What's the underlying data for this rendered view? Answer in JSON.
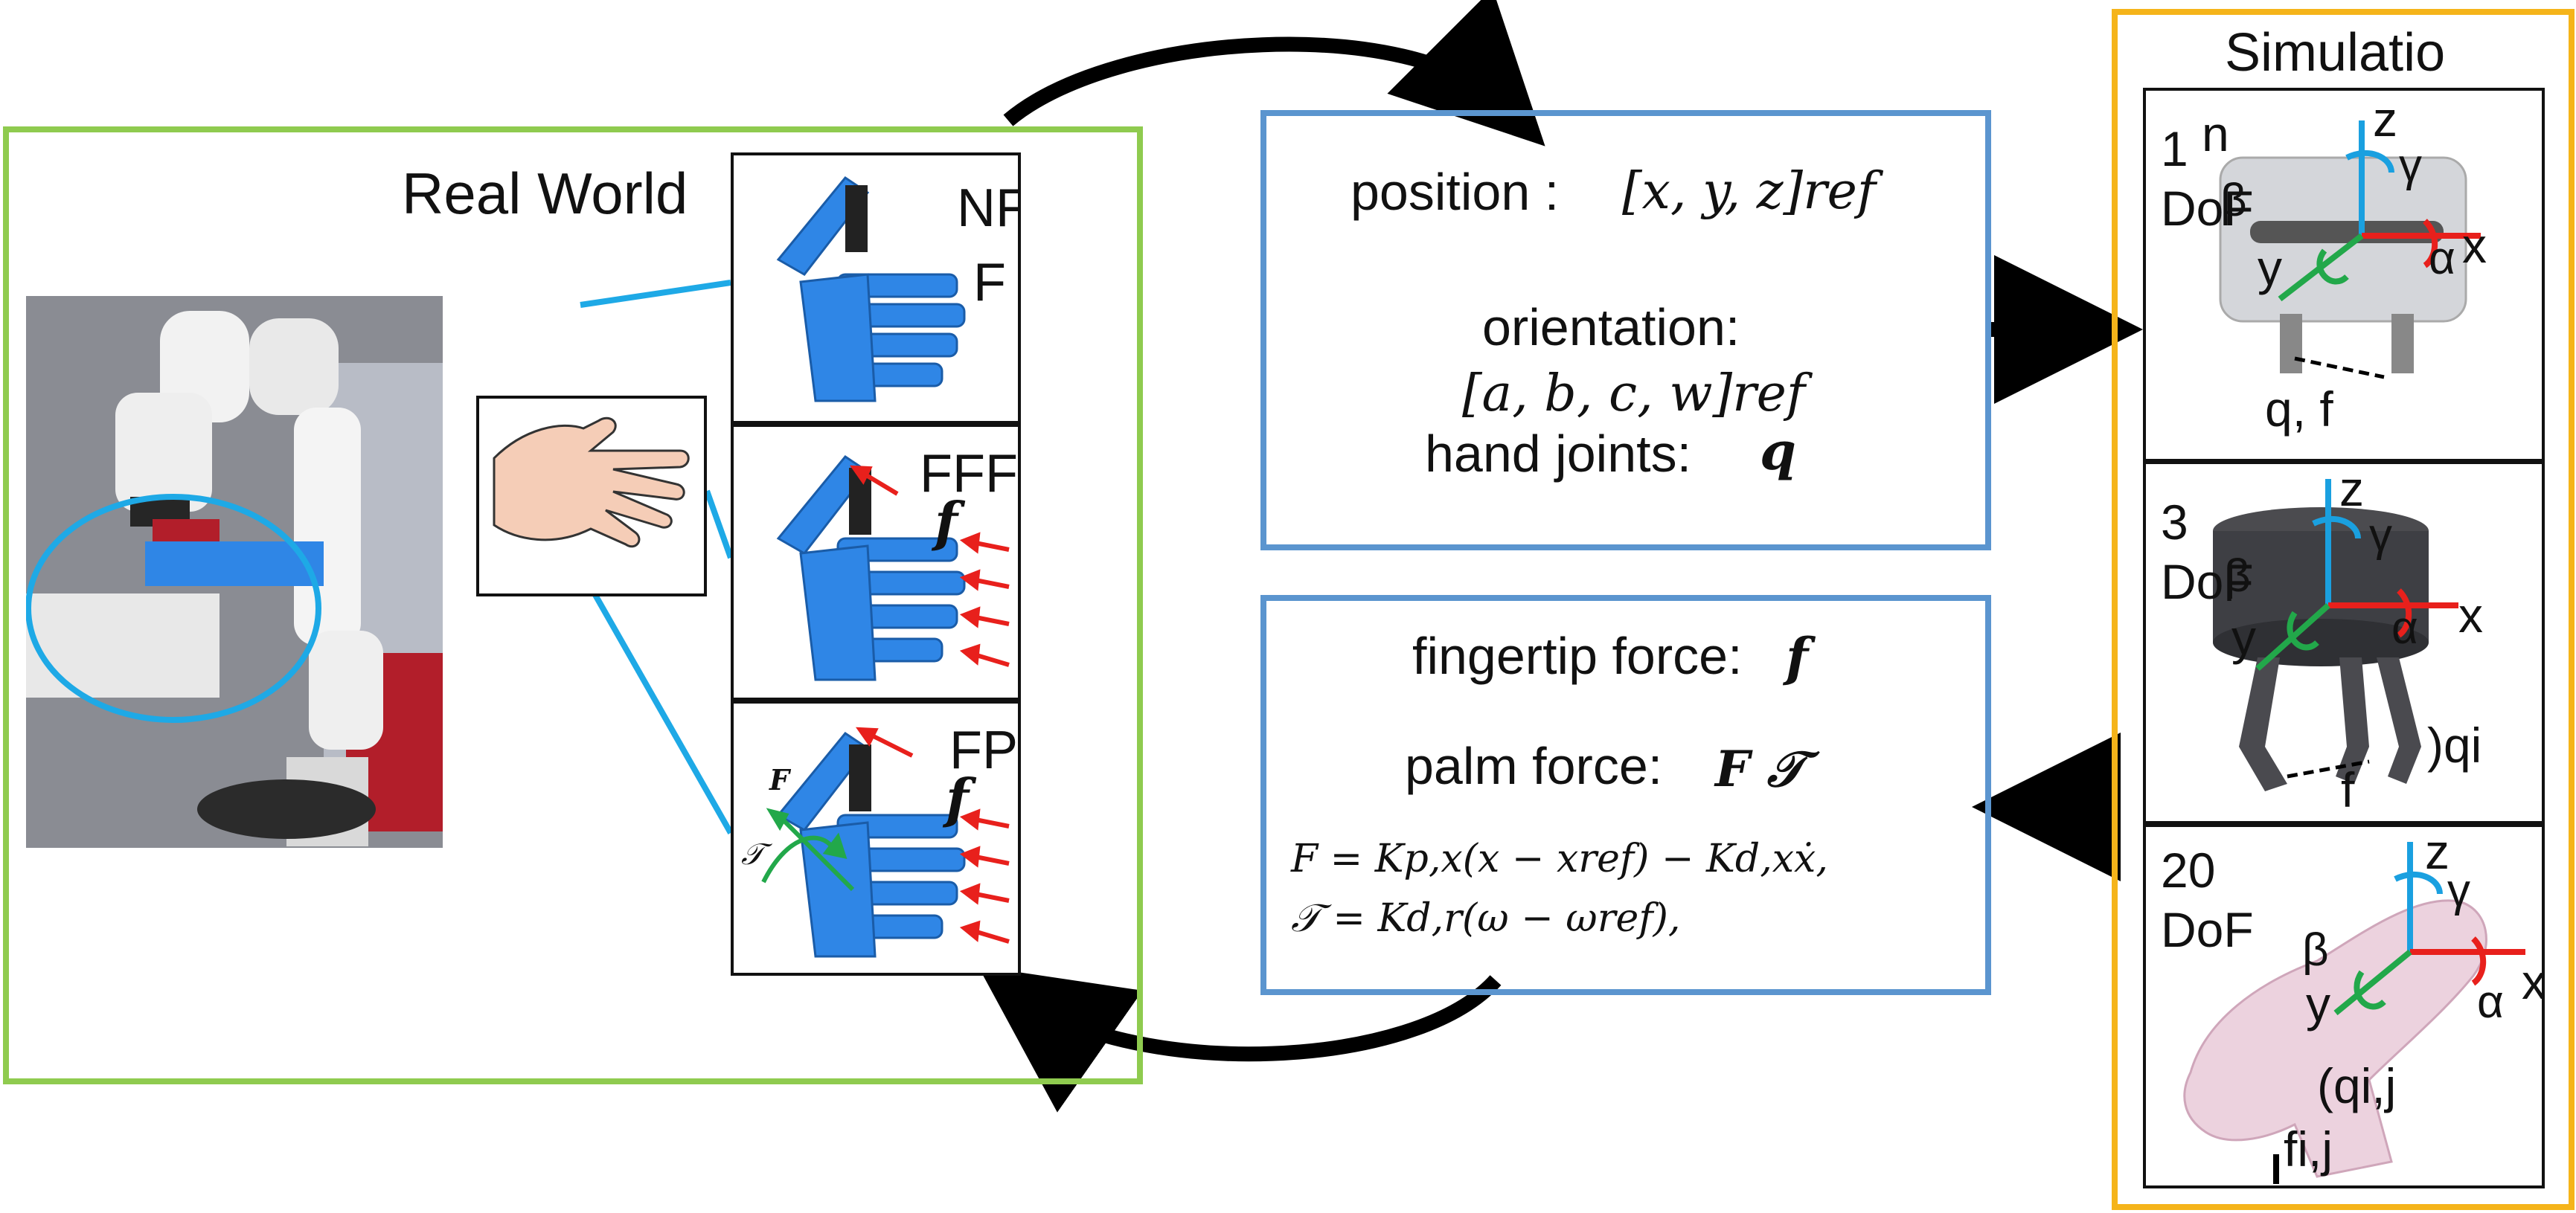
{
  "real_world": {
    "title": "Real World",
    "panels": [
      {
        "label": "NF",
        "label2": "F"
      },
      {
        "label": "FFF",
        "force_symbol": "f"
      },
      {
        "label": "FPF",
        "force_symbol": "f",
        "F_symbol": "F",
        "tau_symbol": "𝒯"
      }
    ]
  },
  "command_box": {
    "position_label": "position :",
    "position_value": "[x, y, z]ref",
    "orientation_label": "orientation:",
    "orientation_value": "[a, b, c, w]ref",
    "joints_label": "hand joints:",
    "joints_symbol": "q"
  },
  "feedback_box": {
    "fingertip_label": "fingertip force:",
    "fingertip_symbol": "f",
    "palm_label": "palm force:",
    "palm_symbols": "F 𝒯",
    "eq1": "F = Kp,x(x − xref) − Kd,xẋ,",
    "eq2": "𝒯 = Kd,r(ω − ωref),"
  },
  "simulation": {
    "title": "Simulatio",
    "axes": {
      "z": "z",
      "y": "y",
      "x": "x",
      "alpha": "α",
      "beta": "β",
      "gamma": "γ"
    },
    "panels": [
      {
        "dof_number": "1",
        "dof_unit": "DoF",
        "extra": "n",
        "joint_label": "q, f"
      },
      {
        "dof_number": "3",
        "dof_unit": "DoF",
        "joint_label": ")qi",
        "force_label": "f"
      },
      {
        "dof_number": "20",
        "dof_unit": "DoF",
        "joint_label": "(qi,j",
        "force_label": "fi,j"
      }
    ]
  },
  "colors": {
    "green_frame": "#8fcb4f",
    "blue_frame": "#5b95cf",
    "gold_frame": "#f5b41a",
    "robot_blue": "#2f86e6",
    "arrow_red": "#e8201c",
    "axis_cyan": "#1aa0e0",
    "axis_green": "#22a84a",
    "ellipse_cyan": "#1ea9e6"
  }
}
